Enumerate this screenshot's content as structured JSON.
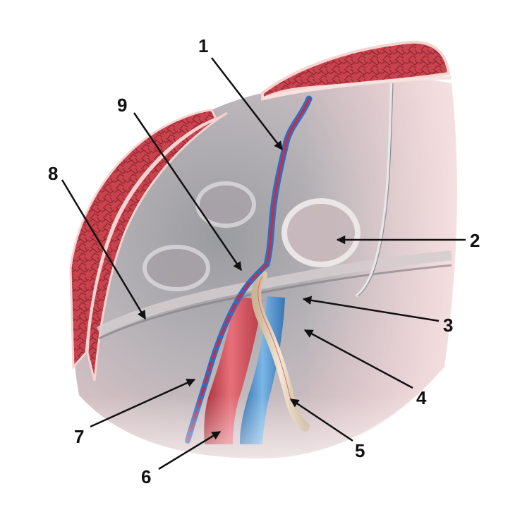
{
  "labels": {
    "l1": "1",
    "l2": "2",
    "l3": "3",
    "l4": "4",
    "l5": "5",
    "l6": "6",
    "l7": "7",
    "l8": "8",
    "l9": "9"
  },
  "colors": {
    "background": "#ffffff",
    "muscle_red": "#c8434e",
    "muscle_dark": "#8e2530",
    "membrane_edge": "#f4d3d1",
    "peritoneum_pink": "#e9c9cb",
    "peritoneum_gray": "#8a8a8e",
    "artery": "#d8505a",
    "vein": "#4a8cc8",
    "vessel_blue": "#2a6fc7",
    "vessel_red": "#e02430",
    "cord": "#e8d8c0",
    "arrow": "#111111"
  },
  "icons": {
    "arrowhead": "arrowhead-icon"
  }
}
